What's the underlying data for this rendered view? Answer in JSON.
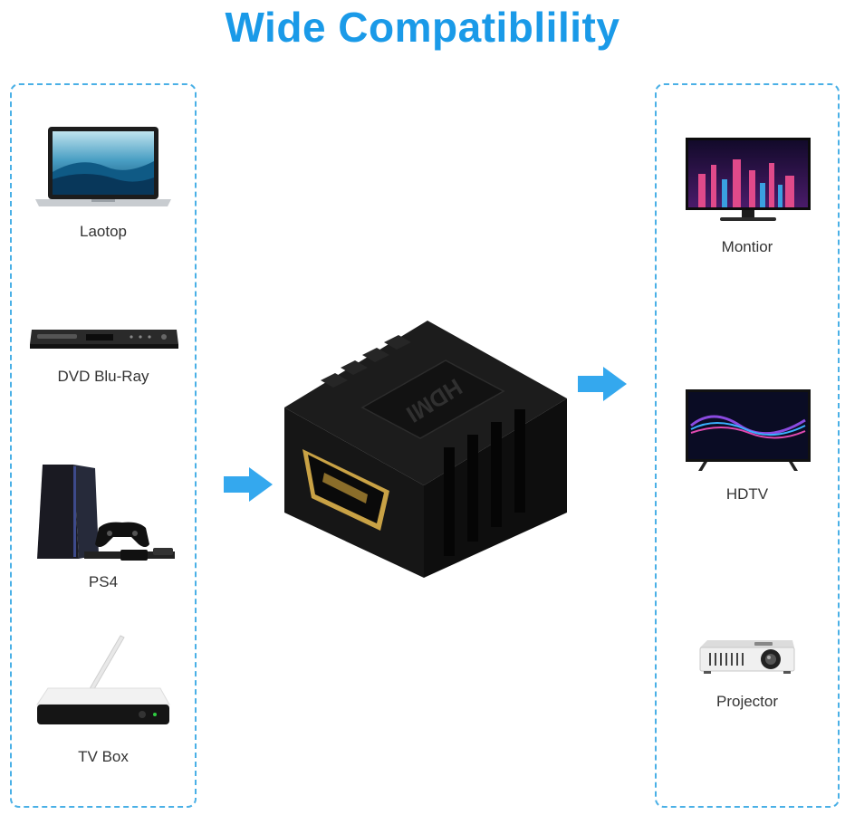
{
  "title": "Wide Compatiblility",
  "colors": {
    "accent": "#1a9ae8",
    "panel_border": "#4ab0e6",
    "arrow": "#34a8ee",
    "label": "#333333",
    "adapter_body": "#131313",
    "connector_gold": "#c9a245"
  },
  "sources": [
    {
      "label": "Laotop",
      "icon": "laptop-icon"
    },
    {
      "label": "DVD Blu-Ray",
      "icon": "dvd-player-icon"
    },
    {
      "label": "PS4",
      "icon": "ps4-console-icon"
    },
    {
      "label": "TV Box",
      "icon": "tv-box-icon"
    }
  ],
  "displays": [
    {
      "label": "Montior",
      "icon": "monitor-icon"
    },
    {
      "label": "HDTV",
      "icon": "hdtv-icon"
    },
    {
      "label": "Projector",
      "icon": "projector-icon"
    }
  ],
  "adapter": {
    "brand": "HDMI",
    "icon": "hdmi-coupler-icon"
  }
}
